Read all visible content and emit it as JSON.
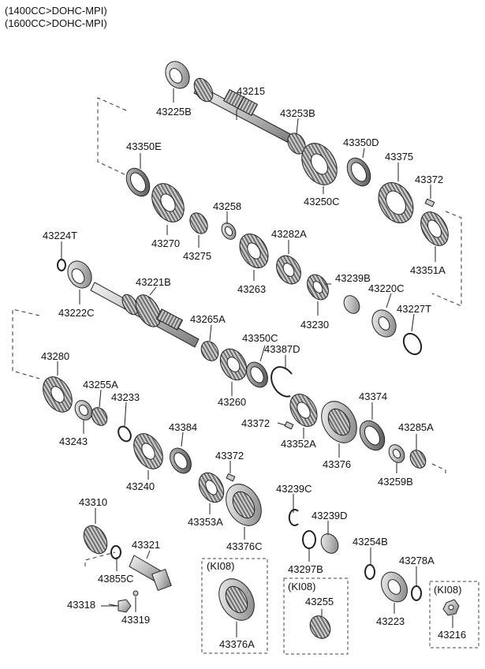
{
  "header": {
    "line1": "(1400CC>DOHC-MPI)",
    "line2": "(1600CC>DOHC-MPI)"
  },
  "parts": {
    "p43225B": "43225B",
    "p43215": "43215",
    "p43253B": "43253B",
    "p43350E": "43350E",
    "p43350D": "43350D",
    "p43375": "43375",
    "p43372a": "43372",
    "p43250C": "43250C",
    "p43258": "43258",
    "p43270": "43270",
    "p43275": "43275",
    "p43351A": "43351A",
    "p43224T": "43224T",
    "p43282A": "43282A",
    "p43221B": "43221B",
    "p43263": "43263",
    "p43239B": "43239B",
    "p43222C": "43222C",
    "p43220C": "43220C",
    "p43227T": "43227T",
    "p43230": "43230",
    "p43265A": "43265A",
    "p43350C": "43350C",
    "p43387D": "43387D",
    "p43280": "43280",
    "p43260": "43260",
    "p43374": "43374",
    "p43255A": "43255A",
    "p43233": "43233",
    "p43372b": "43372",
    "p43285A": "43285A",
    "p43243": "43243",
    "p43384": "43384",
    "p43352A": "43352A",
    "p43376": "43376",
    "p43259B": "43259B",
    "p43372c": "43372",
    "p43240": "43240",
    "p43239C": "43239C",
    "p43310": "43310",
    "p43353A": "43353A",
    "p43239D": "43239D",
    "p43321": "43321",
    "p43376C": "43376C",
    "p43254B": "43254B",
    "p43855C": "43855C",
    "p43278A": "43278A",
    "p43297B": "43297B",
    "p43318": "43318",
    "p43319": "43319",
    "p43223": "43223",
    "p43376A": "43376A",
    "p43255": "43255",
    "p43216": "43216"
  },
  "kits": {
    "k1": "(KI08)",
    "k2": "(KI08)",
    "k3": "(KI08)"
  }
}
